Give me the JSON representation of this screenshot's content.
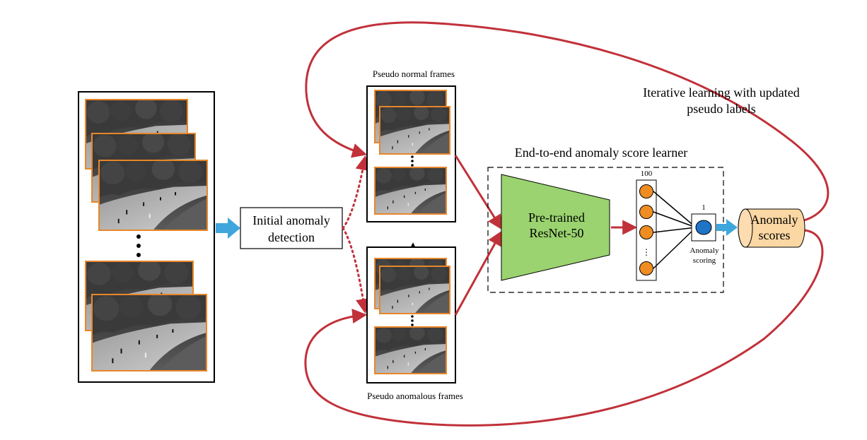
{
  "labels": {
    "initial_detection_line1": "Initial anomaly",
    "initial_detection_line2": "detection",
    "pseudo_normal": "Pseudo normal frames",
    "pseudo_anomalous": "Pseudo anomalous frames",
    "learner_title": "End-to-end anomaly score learner",
    "resnet_line1": "Pre-trained",
    "resnet_line2": "ResNet-50",
    "fc_units": "100",
    "output_units": "1",
    "anomaly_scoring_line1": "Anomaly",
    "anomaly_scoring_line2": "scoring",
    "anomaly_scores_line1": "Anomaly",
    "anomaly_scores_line2": "scores",
    "iterative_line1": "Iterative learning with updated",
    "iterative_line2": "pseudo labels",
    "fc_ellipsis": "⋮"
  },
  "colors": {
    "loop_arrow": "#c1313a",
    "flow_arrow": "#3ea6dc",
    "resnet_fill": "#9ad36f",
    "neuron_fill": "#ef8d22",
    "output_neuron_fill": "#1e74c6",
    "cylinder_fill": "#fbd7a3",
    "frame_border": "#e8862a"
  }
}
